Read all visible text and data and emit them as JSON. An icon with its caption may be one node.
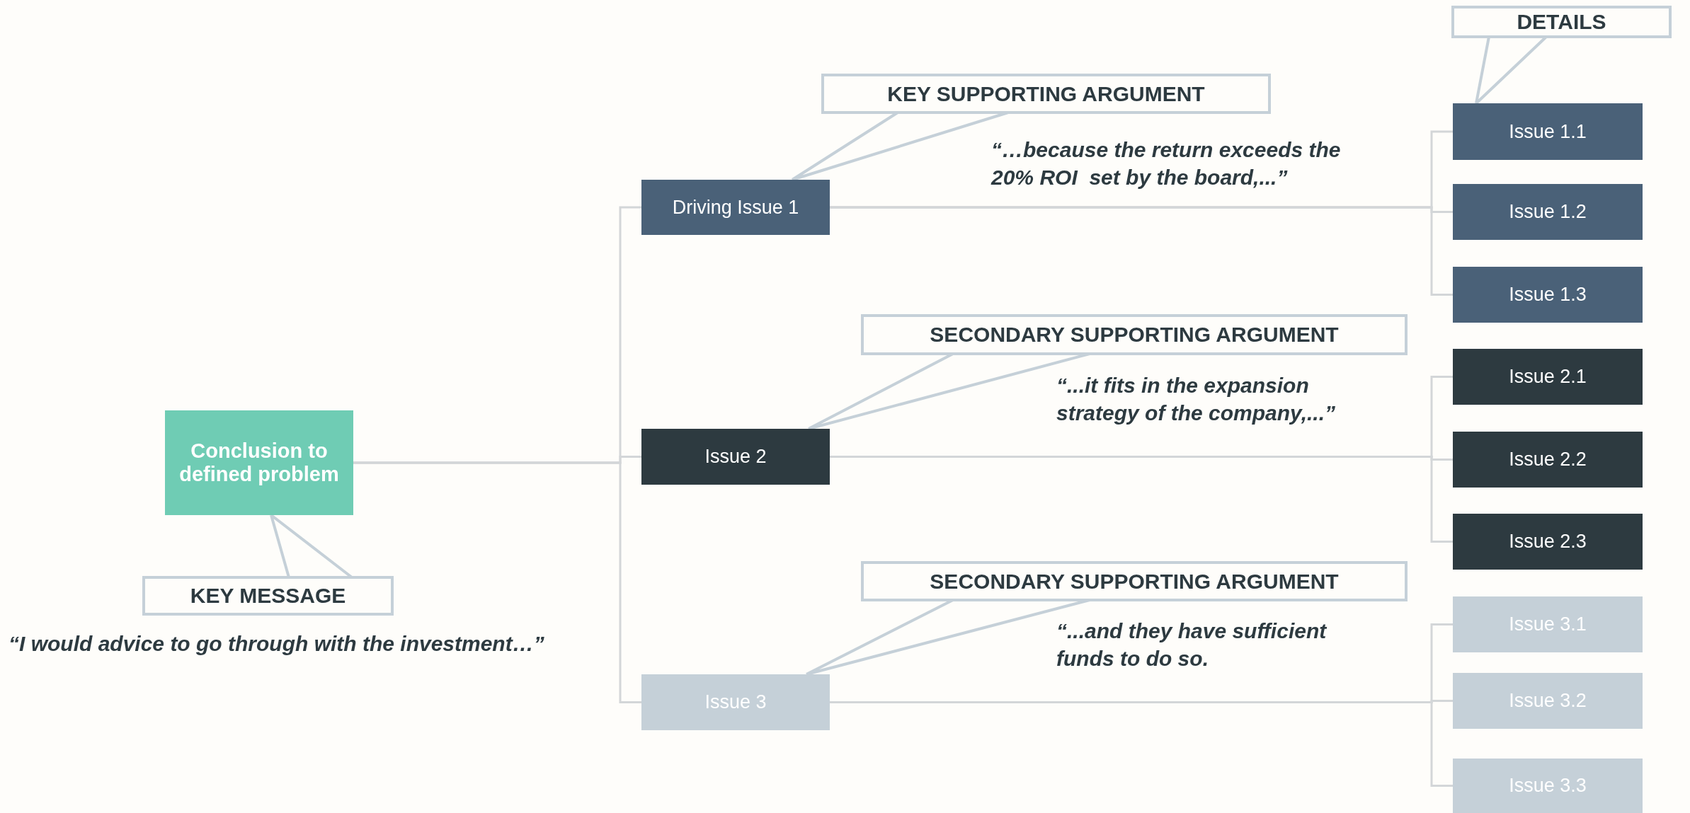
{
  "diagram": {
    "nodes": [
      {
        "text": [
          "Conclusion to defined problem"
        ]
      },
      {
        "text": [
          "KEY MESSAGE"
        ]
      },
      {
        "text": [
          "KEY SUPPORTING ARGUMENT"
        ]
      },
      {
        "text": [
          "Driving Issue 1"
        ]
      },
      {
        "text": [
          "SECONDARY SUPPORTING ARGUMENT"
        ]
      },
      {
        "text": [
          "Issue 2"
        ]
      },
      {
        "text": [
          "SECONDARY SUPPORTING ARGUMENT"
        ]
      },
      {
        "text": [
          "Issue 3"
        ]
      },
      {
        "text": [
          "DETAILS"
        ]
      },
      {
        "text": [
          "Issue 1.1"
        ]
      },
      {
        "text": [
          "Issue 1.2"
        ]
      },
      {
        "text": [
          "Issue 1.3"
        ]
      },
      {
        "text": [
          "Issue 2.1"
        ]
      },
      {
        "text": [
          "Issue 2.2"
        ]
      },
      {
        "text": [
          "Issue 2.3"
        ]
      },
      {
        "text": [
          "Issue 3.1"
        ]
      },
      {
        "text": [
          "Issue 3.2"
        ]
      },
      {
        "text": [
          "Issue 3.3"
        ]
      }
    ],
    "edges": [
      {
        "from": 0,
        "to": 3,
        "arrow": "none"
      },
      {
        "from": 0,
        "to": 5,
        "arrow": "none"
      },
      {
        "from": 0,
        "to": 7,
        "arrow": "none"
      },
      {
        "from": 3,
        "to": 9,
        "arrow": "none"
      },
      {
        "from": 3,
        "to": 10,
        "arrow": "none"
      },
      {
        "from": 3,
        "to": 11,
        "arrow": "none"
      },
      {
        "from": 5,
        "to": 12,
        "arrow": "none"
      },
      {
        "from": 5,
        "to": 13,
        "arrow": "none"
      },
      {
        "from": 5,
        "to": 14,
        "arrow": "none"
      },
      {
        "from": 7,
        "to": 15,
        "arrow": "none"
      },
      {
        "from": 7,
        "to": 16,
        "arrow": "none"
      },
      {
        "from": 7,
        "to": 17,
        "arrow": "none"
      },
      {
        "from": 1,
        "to": 0,
        "arrow": "none",
        "color": "#c5d0d8"
      },
      {
        "from": 2,
        "to": 3,
        "arrow": "none",
        "color": "#c5d0d8"
      },
      {
        "from": 4,
        "to": 5,
        "arrow": "none",
        "color": "#c5d0d8"
      },
      {
        "from": 6,
        "to": 7,
        "arrow": "none",
        "color": "#c5d0d8"
      },
      {
        "from": 8,
        "to": 9,
        "arrow": "none",
        "color": "#c5d0d8"
      }
    ],
    "labels": [
      "“…because the return exceeds the 20% ROI  set by the board,...”",
      "“...it fits in the expansion strategy of the company,...”",
      "“...and they have sufficient funds to do so.",
      "“I would advice to go through with the investment…”"
    ]
  }
}
